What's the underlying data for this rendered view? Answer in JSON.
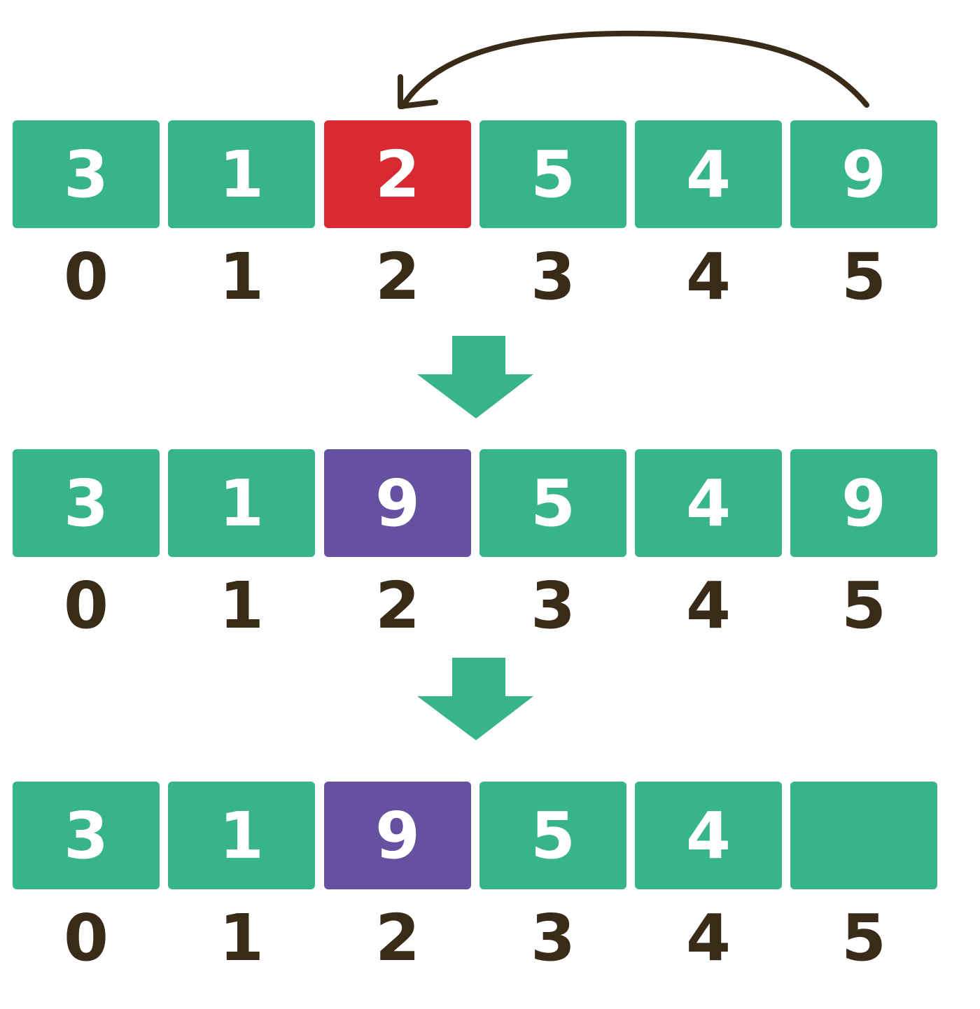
{
  "colors": {
    "default_cell": "#37b489",
    "removed_cell": "#d72a33",
    "moved_cell": "#6651a0",
    "index_text": "#3a2a18",
    "value_text": "#ffffff",
    "arrow": "#37b489",
    "curved_arrow": "#3a2a18"
  },
  "rows": [
    {
      "cells": [
        {
          "value": "3",
          "state": "green"
        },
        {
          "value": "1",
          "state": "green"
        },
        {
          "value": "2",
          "state": "red"
        },
        {
          "value": "5",
          "state": "green"
        },
        {
          "value": "4",
          "state": "green"
        },
        {
          "value": "9",
          "state": "green"
        }
      ],
      "indices": [
        "0",
        "1",
        "2",
        "3",
        "4",
        "5"
      ]
    },
    {
      "cells": [
        {
          "value": "3",
          "state": "green"
        },
        {
          "value": "1",
          "state": "green"
        },
        {
          "value": "9",
          "state": "purple"
        },
        {
          "value": "5",
          "state": "green"
        },
        {
          "value": "4",
          "state": "green"
        },
        {
          "value": "9",
          "state": "green"
        }
      ],
      "indices": [
        "0",
        "1",
        "2",
        "3",
        "4",
        "5"
      ]
    },
    {
      "cells": [
        {
          "value": "3",
          "state": "green"
        },
        {
          "value": "1",
          "state": "green"
        },
        {
          "value": "9",
          "state": "purple"
        },
        {
          "value": "5",
          "state": "green"
        },
        {
          "value": "4",
          "state": "green"
        },
        {
          "value": "",
          "state": "green"
        }
      ],
      "indices": [
        "0",
        "1",
        "2",
        "3",
        "4",
        "5"
      ]
    }
  ],
  "icons": {
    "curved_arrow": "curved-arrow-icon",
    "step_arrow": "down-arrow-icon"
  }
}
